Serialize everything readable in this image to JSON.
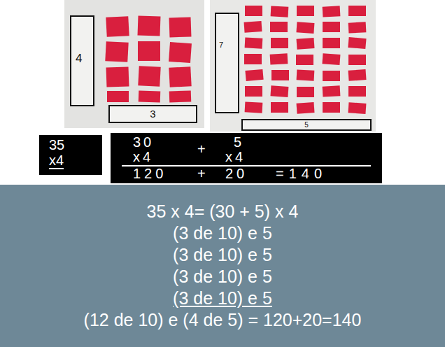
{
  "diagram": {
    "nodes": [
      {
        "text": [
          "4"
        ]
      },
      {
        "text": [
          "3"
        ]
      },
      {
        "text": [
          "7"
        ]
      },
      {
        "text": [
          "5"
        ]
      },
      {
        "text": [
          "35",
          "x4"
        ]
      },
      {
        "text": [
          "30",
          "x4",
          "+",
          "5",
          "x4",
          "120",
          "+",
          "20",
          "=140"
        ]
      },
      {
        "text": [
          "35 x 4= (30 + 5) x 4",
          "(3 de 10) e 5",
          "(3 de 10) e 5",
          "(3 de 10) e 5",
          "(3 de 10) e 5",
          "(12 de 10) e (4 de 5) = 120+20=140"
        ]
      }
    ]
  }
}
